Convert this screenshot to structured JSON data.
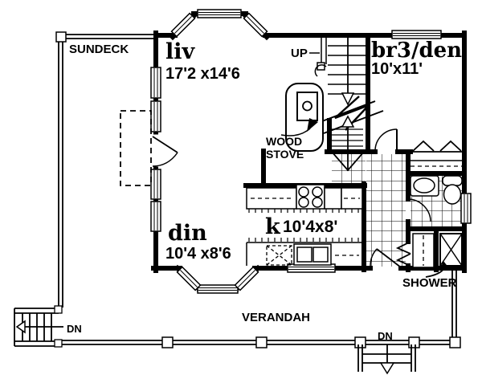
{
  "colors": {
    "ink": "#000000",
    "paper": "#ffffff"
  },
  "rooms": {
    "sundeck": {
      "name": "SUNDECK"
    },
    "living": {
      "name": "liv",
      "dims": "17'2 x14'6"
    },
    "dining": {
      "name": "din",
      "dims": "10'4 x8'6"
    },
    "kitchen": {
      "name": "k",
      "dims": "10'4x8'"
    },
    "bed3_den": {
      "name": "br3/den",
      "dims": "10'x11'"
    },
    "verandah": {
      "name": "VERANDAH"
    }
  },
  "labels": {
    "up": "UP",
    "wood_stove_line1": "WOOD",
    "wood_stove_line2": "STOVE",
    "shower": "SHOWER",
    "down_left": "DN",
    "down_bottom": "DN"
  }
}
